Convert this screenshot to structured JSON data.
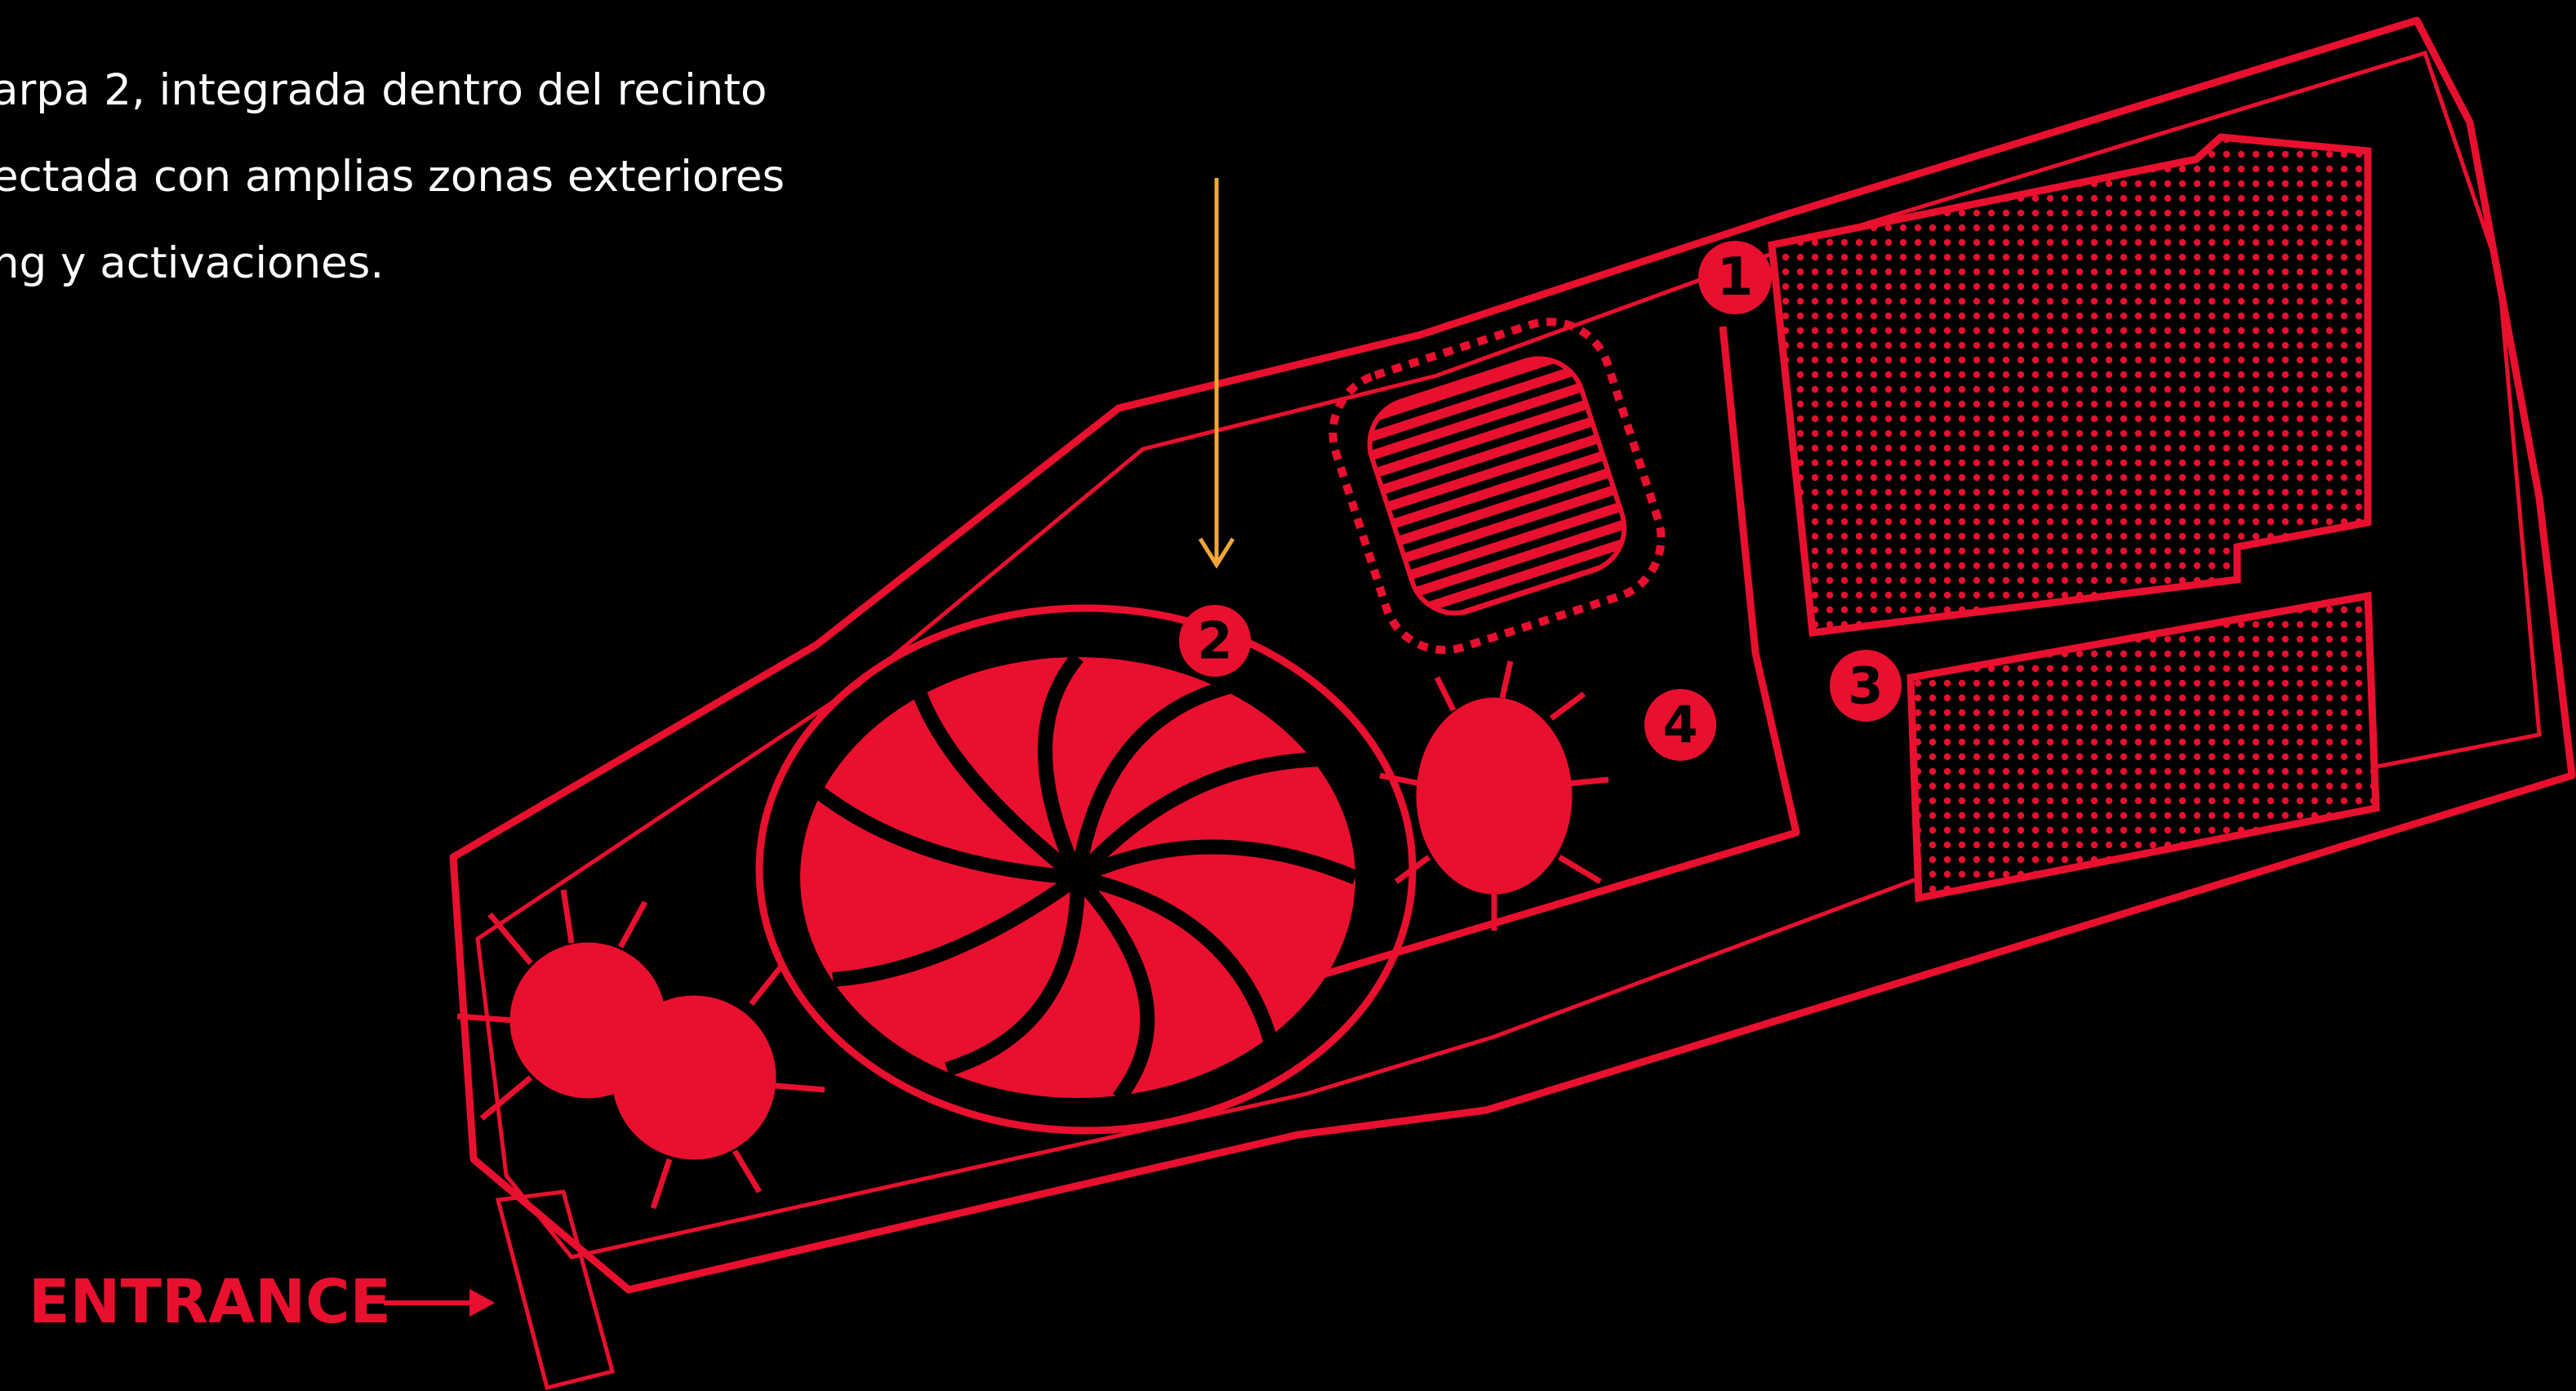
{
  "description": "arpa 2, integrada dentro del recinto\nectada con amplias zonas exteriores\nng y activaciones.",
  "entrance_label": "ENTRANCE",
  "markers": [
    {
      "label": "1"
    },
    {
      "label": "2"
    },
    {
      "label": "3"
    },
    {
      "label": "4"
    }
  ],
  "colors": {
    "background": "#000000",
    "venue_red": "#e8102e",
    "pointer_arrow": "#f0a63a",
    "text": "#ffffff"
  },
  "icons": [
    "down-arrow-icon",
    "right-arrow-icon"
  ]
}
